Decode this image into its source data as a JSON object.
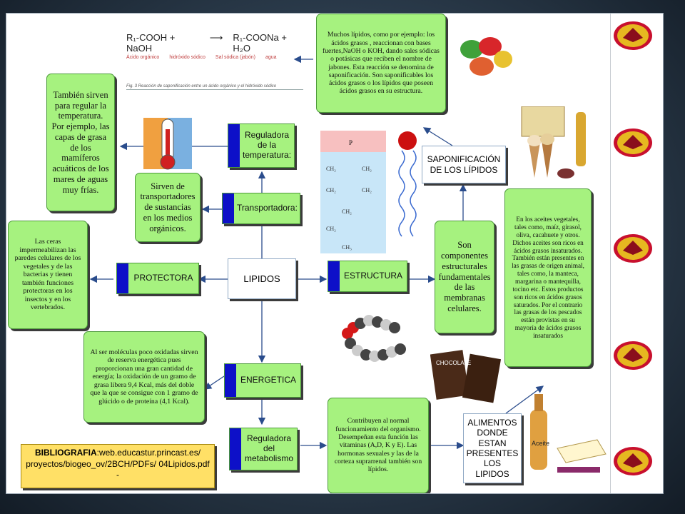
{
  "title_box": "LIPIDOS",
  "functions": {
    "reguladora_temp": "Reguladora de la temperatura:",
    "transportadora": "Transportadora:",
    "protectora": "PROTECTORA",
    "estructura": "ESTRUCTURA",
    "energetica": "ENERGETICA",
    "reguladora_metab": "Reguladora del metabolismo"
  },
  "descriptions": {
    "temperatura": "También sirven para regular la temperatura. Por ejemplo, las capas de grasa de los mamíferos acuáticos de los mares de aguas muy frías.",
    "transporte": "Sirven de transportadores de sustancias en los medios orgánicos.",
    "protectora": "Las ceras impermeabilizan las paredes celulares de los vegetales y de las bacterias y tienen también funciones protectoras en los insectos y en los vertebrados.",
    "energetica": "Al ser moléculas poco oxidadas sirven de reserva energética pues proporcionan una gran cantidad de energía; la oxidación de un gramo de grasa libera 9,4 Kcal, más del doble que la que se consigue con 1 gramo de glúcido o de proteína (4,1 Kcal).",
    "metabolismo": "Contribuyen al normal funcionamiento del organismo. Desempeñan esta función las vitaminas (A,D, K y E). Las hormonas sexuales y las de la corteza suprarrenal también son lípidos.",
    "membranas": "Son componentes estructurales fundamentales de las membranas celulares.",
    "saponificacion_texto": "Muchos lípidos, como por ejemplo: los ácidos grasos , reaccionan con bases fuertes,NaOH o KOH, dando sales sódicas o potásicas que reciben el nombre de jabones. Esta reacción se denomina de saponificación. Son saponificables los ácidos grasos o los lípidos que poseen ácidos grasos en su estructura.",
    "aceites": "En los aceites vegetales, tales como, maíz, girasol, oliva, cacahuete y otros. Dichos aceites son ricos en ácidos grasos insaturados. También están presentes en las grasas de origen animal, tales como, la manteca, margarina o mantequilla, tocino etc. Estos productos son ricos en ácidos grasos saturados. Por el contrario las grasas de los pescados están provistas en su mayoría de ácidos grasos insaturados"
  },
  "saponificacion_label": "SAPONIFICACIÓN DE LOS LÍPIDOS",
  "alimentos_label": "ALIMENTOS DONDE ESTAN PRESENTES LOS LIPIDOS",
  "formula": {
    "left": "R₁-COOH + NaOH",
    "right": "R₁-COONa + H₂O",
    "sub_left": "Ácido orgánico",
    "sub_mid": "hidróxido sódico",
    "sub_right": "Sal sódica (jabón)",
    "sub_water": "agua",
    "caption": "Fig. 3   Reacción de saponificación entre un ácido orgánico y el hidróxido sódico"
  },
  "bibliografia": {
    "label": "BIBLIOGRAFIA",
    "text": ":web.educastur.princast.es/ proyectos/biogeo_ov/2BCH/PDFs/ 04Lipidos.pdf -"
  },
  "chain_labels": [
    "P",
    "CH₂",
    "CH₂",
    "CH₂",
    "CH₂",
    "CH₂",
    "CH₂",
    "CH₃"
  ],
  "chocolate_label": "CHOCOLATE",
  "aceite_label": "Aceite",
  "colors": {
    "box_green": "#a6f27f",
    "tab_blue": "#0d10c8",
    "biblio_yellow": "#ffe066"
  }
}
